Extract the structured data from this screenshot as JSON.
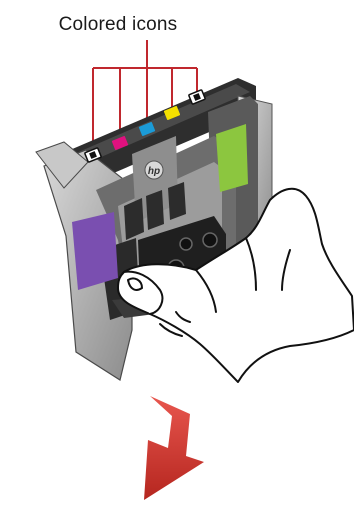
{
  "caption": {
    "label": "Colored icons"
  },
  "icons": [
    {
      "name": "black-ink-icon",
      "color": "#111111"
    },
    {
      "name": "magenta-ink-icon",
      "color": "#e0117f"
    },
    {
      "name": "cyan-ink-icon",
      "color": "#1b9bd7"
    },
    {
      "name": "yellow-ink-icon",
      "color": "#f4e000"
    },
    {
      "name": "black-ink-icon-right",
      "color": "#111111"
    }
  ],
  "colors": {
    "leader_line": "#c0282e",
    "violet_patch": "#7a4fb0",
    "green_patch": "#8cc63f",
    "arrow": "#d93a32",
    "cartridge_dark": "#3a3a3a",
    "cartridge_gray": "#8a8a8a"
  },
  "logo": {
    "text": "hp"
  }
}
